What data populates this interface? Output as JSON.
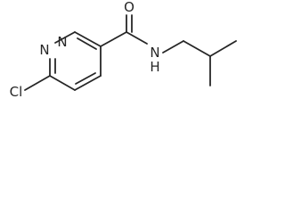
{
  "molecule": {
    "atoms": {
      "chlorine": "Cl",
      "ring_nitrogen_1": "N",
      "ring_nitrogen_2": "N",
      "carbonyl_oxygen": "O",
      "amide_nitrogen": "N",
      "amide_hydrogen": "H"
    }
  }
}
